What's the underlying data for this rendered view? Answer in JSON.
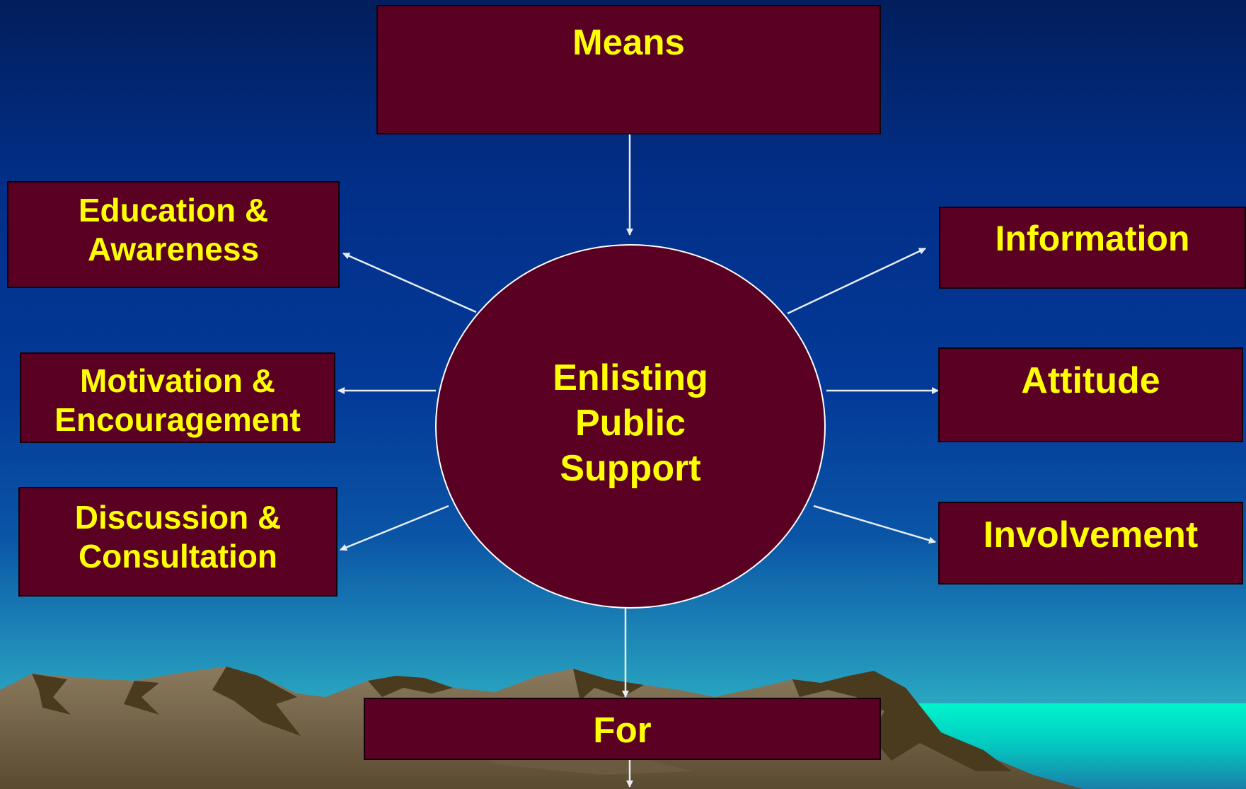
{
  "diagram": {
    "center": {
      "lines": [
        "Enlisting",
        "Public",
        "Support"
      ]
    },
    "top": {
      "label": "Means"
    },
    "bottom": {
      "label": "For"
    },
    "left": [
      {
        "lines": [
          "Education &",
          "Awareness"
        ]
      },
      {
        "lines": [
          "Motivation &",
          "Encouragement"
        ]
      },
      {
        "lines": [
          "Discussion &",
          "Consultation"
        ]
      }
    ],
    "right": [
      {
        "label": "Information"
      },
      {
        "label": "Attitude"
      },
      {
        "label": "Involvement"
      }
    ]
  },
  "colors": {
    "box_fill": "#5a0022",
    "text": "#ffff00",
    "arrow": "#e8ecf4",
    "sea": "#00f0c8",
    "mountain_light": "#7a6a52",
    "mountain_dark": "#4a3a1e"
  }
}
